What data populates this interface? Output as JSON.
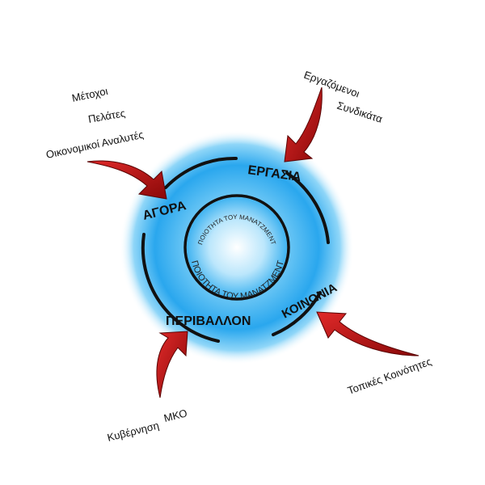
{
  "core": {
    "inner_arc_text": "ΠΟΙΟΤΗΤΑ ΤΟΥ ΜΑΝΑΤΖΜΕΝΤ",
    "lower_arc_text": "ΠΟΙΟΤΗΤΑ ΤΟΥ ΜΑΝΑΤΖΜΕΝΤ"
  },
  "sectors": {
    "market": "ΑΓΟΡΑ",
    "work": "ΕΡΓΑΣΙΑ",
    "society": "ΚΟΙΝΩΝΙΑ",
    "environment": "ΠΕΡΙΒΑΛΛΟΝ"
  },
  "stakeholders": {
    "market": [
      "Μέτοχοι",
      "Πελάτες",
      "Οικονομικοί Αναλυτές"
    ],
    "work": [
      "Εργαζόμενοι",
      "Συνδικάτα"
    ],
    "society": [
      "Τοπικές Κοινότητες"
    ],
    "environment": [
      "ΜΚΟ",
      "Κυβέρνηση"
    ]
  },
  "colors": {
    "glow": "#2aa7ee",
    "glow_light": "#bfe8fc",
    "ring": "#111111",
    "arrow": "#c61414",
    "arrow_dark": "#7a0606"
  }
}
